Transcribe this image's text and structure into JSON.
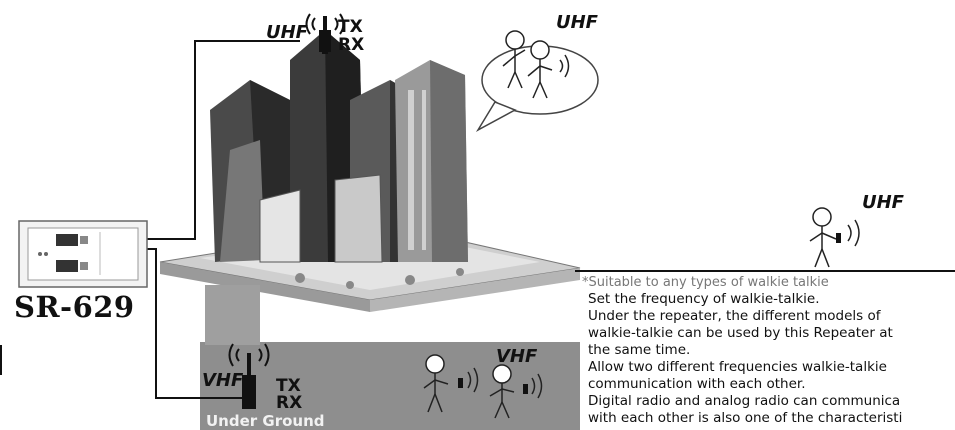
{
  "labels": {
    "top_band": "UHF",
    "top_tx": "TX",
    "top_rx": "RX",
    "cloud_band": "UHF",
    "right_band": "UHF",
    "bottom_band": "VHF",
    "bottom_tx": "TX",
    "bottom_rx": "RX",
    "underground_people_band": "VHF",
    "underground": "Under Ground"
  },
  "device": {
    "model": "SR-629"
  },
  "notes": {
    "heading": "*Suitable to any types of walkie talkie",
    "lines": [
      "Set the frequency of walkie-talkie.",
      "Under the repeater, the different models of",
      "walkie-talkie can be used by this Repeater at",
      "the same time.",
      "Allow two different frequencies walkie-talkie",
      "communication with each other.",
      "Digital radio and analog radio can communica",
      "with each other is also one of the characteristi"
    ]
  }
}
